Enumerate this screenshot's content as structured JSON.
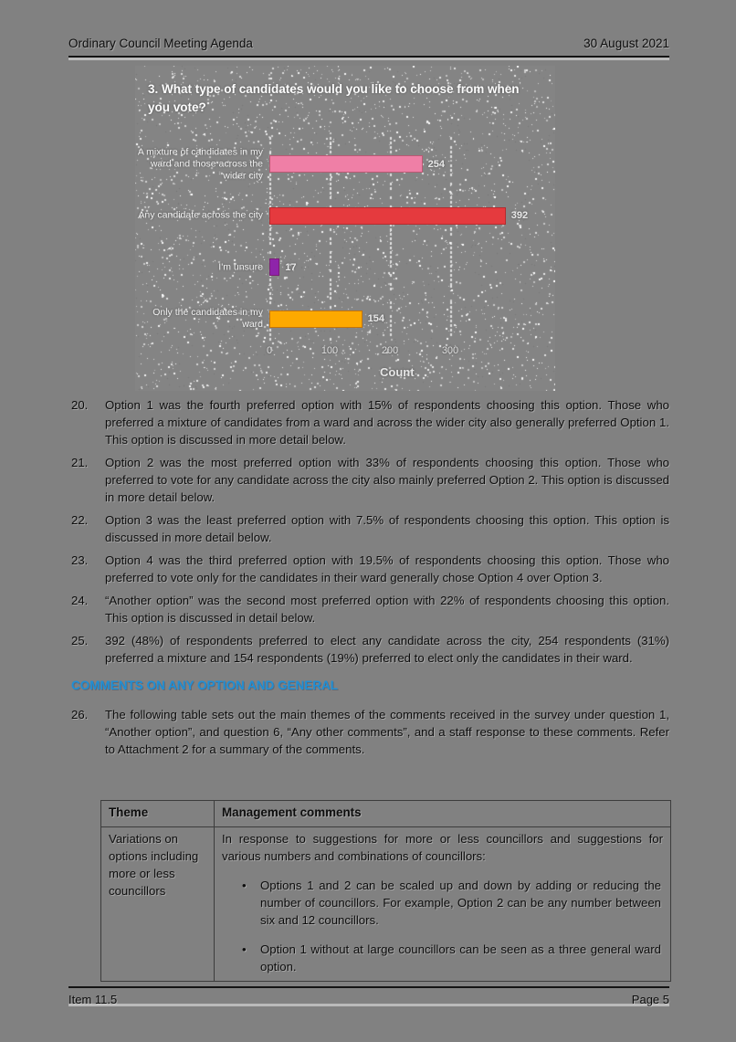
{
  "header": {
    "title": "Ordinary Council Meeting Agenda",
    "date": "30 August 2021"
  },
  "chart_data": {
    "type": "bar",
    "orientation": "horizontal",
    "title": "3. What type of candidates would you like to choose from when you vote?",
    "categories": [
      "A mixture of candidates in my ward and those across the wider city",
      "Any candidate across the city",
      "I'm unsure",
      "Only the candidates in my ward"
    ],
    "values": [
      254,
      392,
      17,
      154
    ],
    "value_labels": [
      "254",
      "392",
      "17",
      "154"
    ],
    "colors": [
      "#ef7fa6",
      "#e53a3e",
      "#8e24aa",
      "#fda900"
    ],
    "xlabel": "Count",
    "xticks": [
      0,
      100,
      200,
      300
    ],
    "xlim": [
      0,
      460
    ],
    "grid": true,
    "background": "#848484"
  },
  "paragraphs": [
    {
      "num": "20.",
      "text": "Option 1 was the fourth preferred option with 15% of respondents choosing this option. Those who preferred a mixture of candidates from a ward and across the wider city also generally preferred Option 1. This option is discussed in more detail below."
    },
    {
      "num": "21.",
      "text": "Option 2 was the most preferred option with 33% of respondents choosing this option. Those who preferred to vote for any candidate across the city also mainly preferred Option 2. This option is discussed in more detail below."
    },
    {
      "num": "22.",
      "text": "Option 3 was the least preferred option with 7.5% of respondents choosing this option. This option is discussed in more detail below."
    },
    {
      "num": "23.",
      "text": "Option 4 was the third preferred option with 19.5% of respondents choosing this option. Those who preferred to vote only for the candidates in their ward generally chose Option 4 over Option 3."
    },
    {
      "num": "24.",
      "text": "“Another option” was the second most preferred option with 22% of respondents choosing this option. This option is discussed in detail below."
    },
    {
      "num": "25.",
      "text": "392 (48%) of respondents preferred to elect any candidate across the city, 254 respondents (31%) preferred a mixture and 154 respondents (19%) preferred to elect only the candidates in their ward."
    }
  ],
  "section_heading": "COMMENTS ON ANY OPTION AND GENERAL",
  "paragraphs_after_heading": [
    {
      "num": "26.",
      "text": "The following table sets out the main themes of the comments received in the survey under question 1, “Another option”, and question 6, “Any other comments”, and a staff response to these comments. Refer to Attachment 2 for a summary of the comments."
    }
  ],
  "table": {
    "headers": [
      "Theme",
      "Management comments"
    ],
    "rows": [
      {
        "theme": "Variations on options including more or less councillors",
        "comment_intro": "In response to suggestions for more or less councillors and suggestions for various numbers and combinations of councillors:",
        "bullets": [
          "Options 1 and 2 can be scaled up and down by adding or reducing the number of councillors.  For example, Option 2 can be any number between six and 12 councillors.",
          "Option 1 without at large councillors can be seen as a three general ward option."
        ]
      }
    ]
  },
  "footer": {
    "item": "Item 11.5",
    "page": "Page 5"
  },
  "colors": {
    "page_background": "#818181",
    "heading_blue": "#1e8fd6"
  }
}
